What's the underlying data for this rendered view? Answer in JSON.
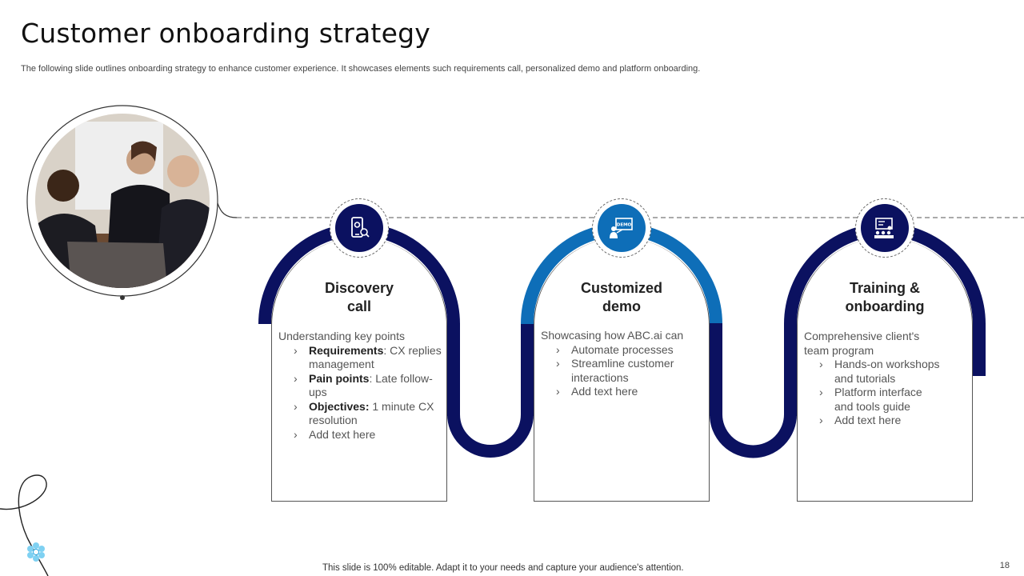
{
  "slide": {
    "title": "Customer onboarding strategy",
    "subtitle": "The following slide outlines onboarding strategy to enhance customer experience. It showcases elements such requirements call, personalized demo and platform onboarding.",
    "footer": "This slide is 100% editable. Adapt it to your needs and capture your audience's attention.",
    "page_number": "18"
  },
  "colors": {
    "navy": "#0b1160",
    "blue": "#0e6eb8",
    "light_blue": "#2aa8e0"
  },
  "steps": [
    {
      "title_line1": "Discovery",
      "title_line2": "call",
      "icon": "phone-location-icon",
      "intro": "Understanding key points",
      "bullets": [
        {
          "bold": "Requirements",
          "text": ": CX replies management"
        },
        {
          "bold": "Pain points",
          "text": ": Late follow-ups"
        },
        {
          "bold": "Objectives:",
          "text": " 1 minute CX resolution"
        },
        {
          "bold": "",
          "text": "Add text here"
        }
      ]
    },
    {
      "title_line1": "Customized",
      "title_line2": "demo",
      "icon": "demo-presentation-icon",
      "icon_label": "DEMO",
      "intro": "Showcasing how ABC.ai can",
      "bullets": [
        {
          "bold": "",
          "text": "Automate processes"
        },
        {
          "bold": "",
          "text": "Streamline customer interactions"
        },
        {
          "bold": "",
          "text": "Add text here"
        }
      ]
    },
    {
      "title_line1": "Training &",
      "title_line2": "onboarding",
      "icon": "training-board-icon",
      "intro": "Comprehensive client's team program",
      "bullets": [
        {
          "bold": "",
          "text": "Hands-on workshops and tutorials"
        },
        {
          "bold": "",
          "text": "Platform interface and tools guide"
        },
        {
          "bold": "",
          "text": "Add text here"
        }
      ]
    }
  ]
}
